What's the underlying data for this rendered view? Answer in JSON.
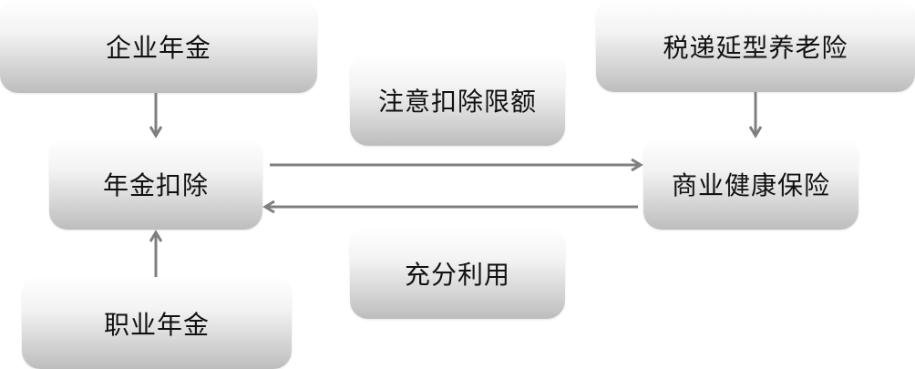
{
  "nodes": {
    "enterprise_annuity": "企业年金",
    "occupational_annuity": "职业年金",
    "annuity_deduction": "年金扣除",
    "deduction_limit_note": "注意扣除限额",
    "full_use_note": "充分利用",
    "tax_deferred_pension": "税递延型养老险",
    "commercial_health_insurance": "商业健康保险"
  },
  "colors": {
    "arrow": "#7f7f7f",
    "box_light": "#ffffff",
    "box_dark": "#bdbdbd"
  }
}
